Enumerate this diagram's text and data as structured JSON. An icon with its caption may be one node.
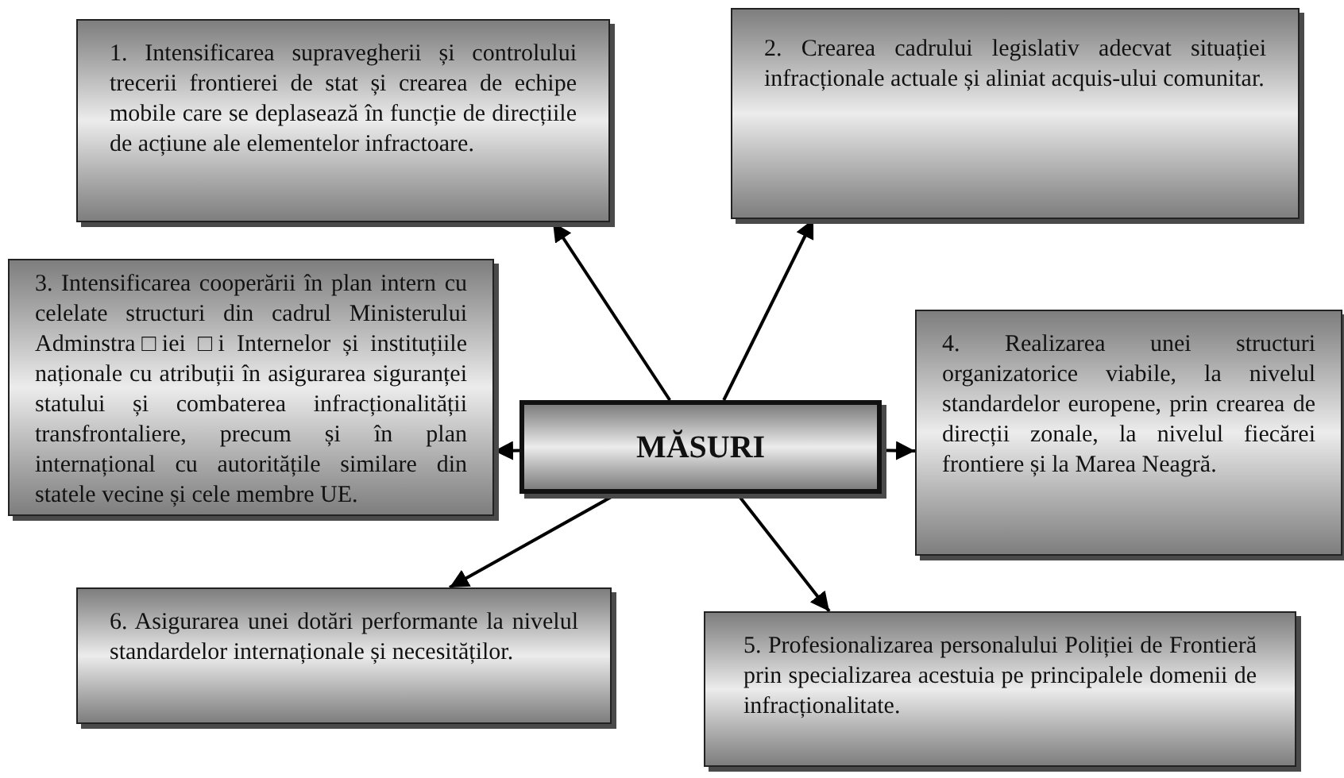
{
  "diagram": {
    "nodes": [
      {
        "text": [
          "MĂSURI"
        ]
      },
      {
        "text": [
          "1. Intensificarea supravegherii și controlului trecerii frontierei de stat și crearea de echipe mobile care se deplasează în funcție de direcțiile de acțiune ale elementelor infractoare."
        ]
      },
      {
        "text": [
          "2. Crearea cadrului legislativ adecvat situației infracționale actuale și aliniat acquis-ului comunitar."
        ]
      },
      {
        "text": [
          "3. Intensificarea cooperării în plan intern cu celelate structuri din cadrul Ministerului Adminstra□iei □i Internelor și instituțiile naționale cu atribuții în asigurarea siguranței statului și combaterea infracționalității transfrontaliere, precum și în plan internațional cu autoritățile similare din statele vecine și cele membre UE."
        ]
      },
      {
        "text": [
          "4. Realizarea unei structuri organizatorice viabile, la nivelul standardelor europene, prin crearea de direcții zonale, la nivelul fiecărei frontiere și la Marea Neagră."
        ]
      },
      {
        "text": [
          "5. Profesionalizarea personalului Poliției de Frontieră prin specializarea acestuia pe principalele domenii de infracționalitate."
        ]
      },
      {
        "text": [
          "6. Asigurarea unei dotări performante la nivelul standardelor internaționale și necesităților."
        ]
      }
    ],
    "edges": [
      {
        "from": 0,
        "to": 1,
        "arrow": "to"
      },
      {
        "from": 0,
        "to": 2,
        "arrow": "to"
      },
      {
        "from": 0,
        "to": 3,
        "arrow": "to"
      },
      {
        "from": 0,
        "to": 4,
        "arrow": "to"
      },
      {
        "from": 0,
        "to": 5,
        "arrow": "to"
      },
      {
        "from": 0,
        "to": 6,
        "arrow": "to"
      }
    ]
  }
}
